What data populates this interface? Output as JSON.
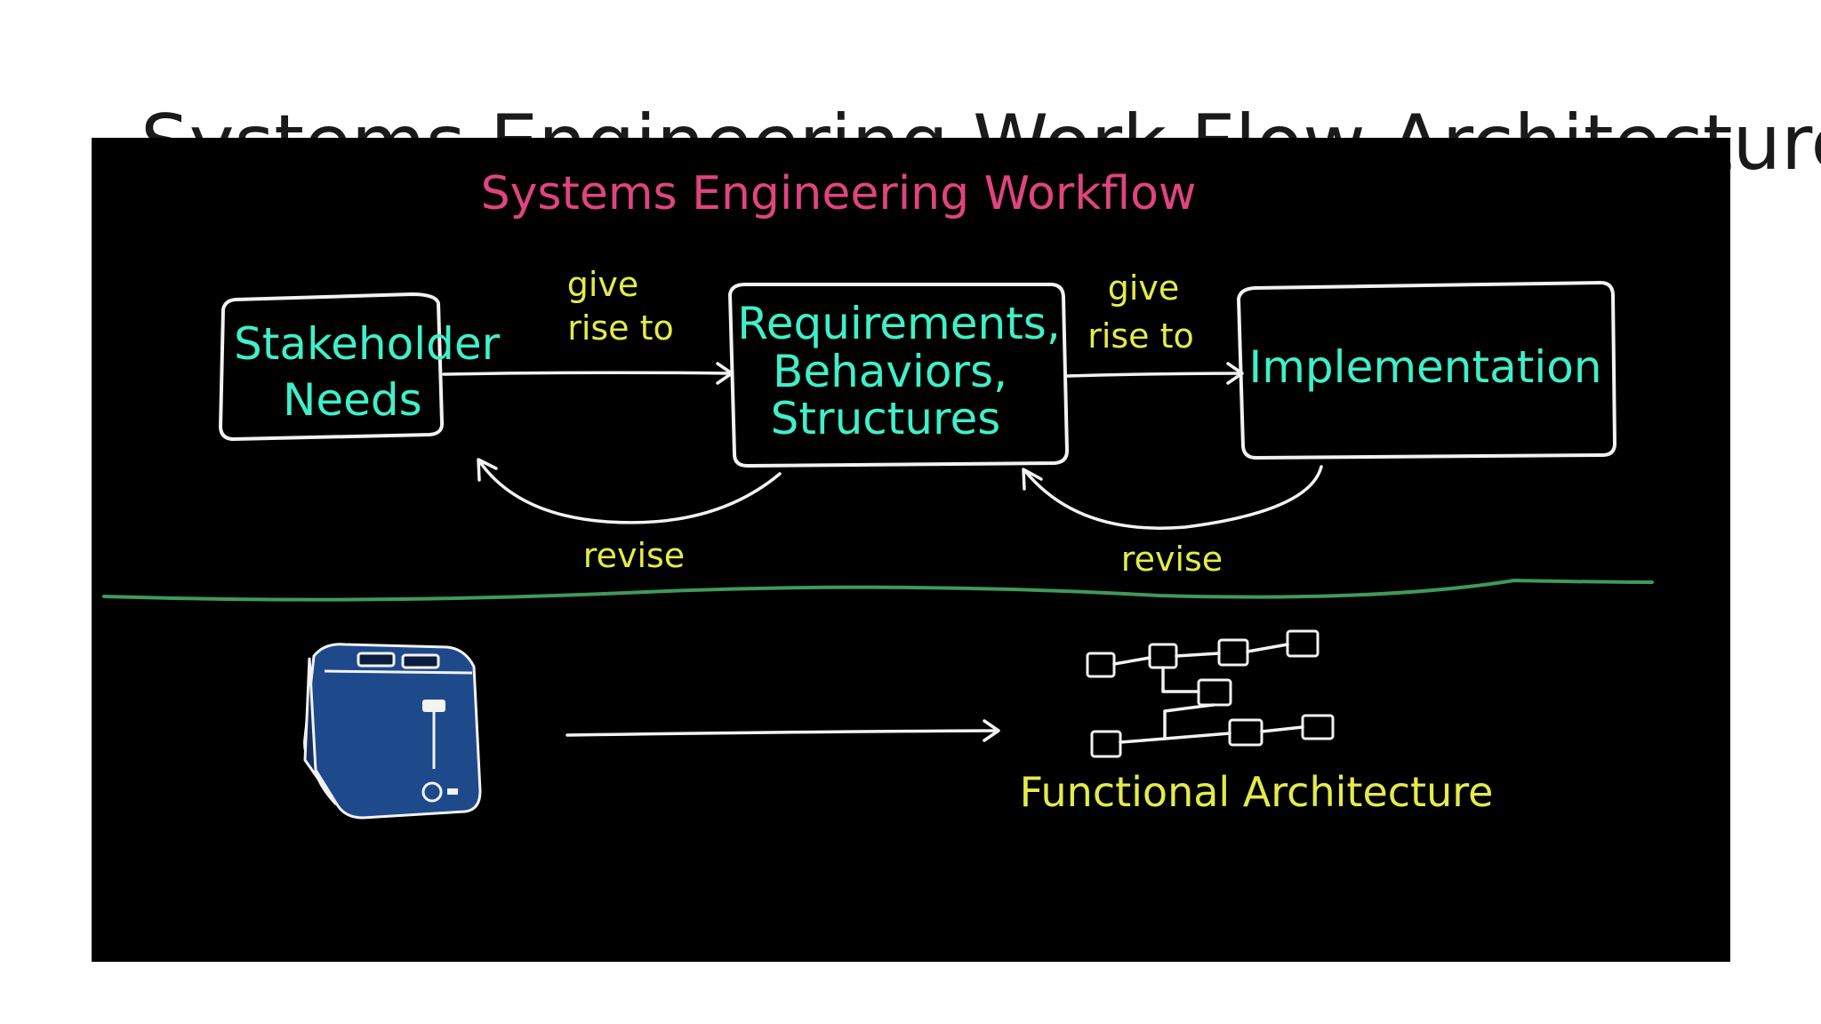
{
  "slide": {
    "title": "Systems Engineering Work Flow Architecture"
  },
  "diagram": {
    "heading": "Systems Engineering Workflow",
    "boxes": {
      "stakeholder": {
        "line1": "Stakeholder",
        "line2": "Needs"
      },
      "requirements": {
        "line1": "Requirements,",
        "line2": "Behaviors,",
        "line3": "Structures"
      },
      "implementation": {
        "line1": "Implementation"
      }
    },
    "arrows": {
      "forward_1": {
        "line1": "give",
        "line2": "rise to"
      },
      "forward_2": {
        "line1": "give",
        "line2": "rise to"
      },
      "back_1": "revise",
      "back_2": "revise"
    },
    "lower": {
      "architecture_label": "Functional Architecture",
      "toaster_icon": "toaster-icon",
      "network_icon": "network-diagram-icon"
    },
    "colors": {
      "background": "#000000",
      "heading": "#e0447f",
      "box_text": "#3ff0c8",
      "annotation": "#e3ec48",
      "divider": "#3f9a5a",
      "toaster": "#1e4a8c"
    }
  }
}
